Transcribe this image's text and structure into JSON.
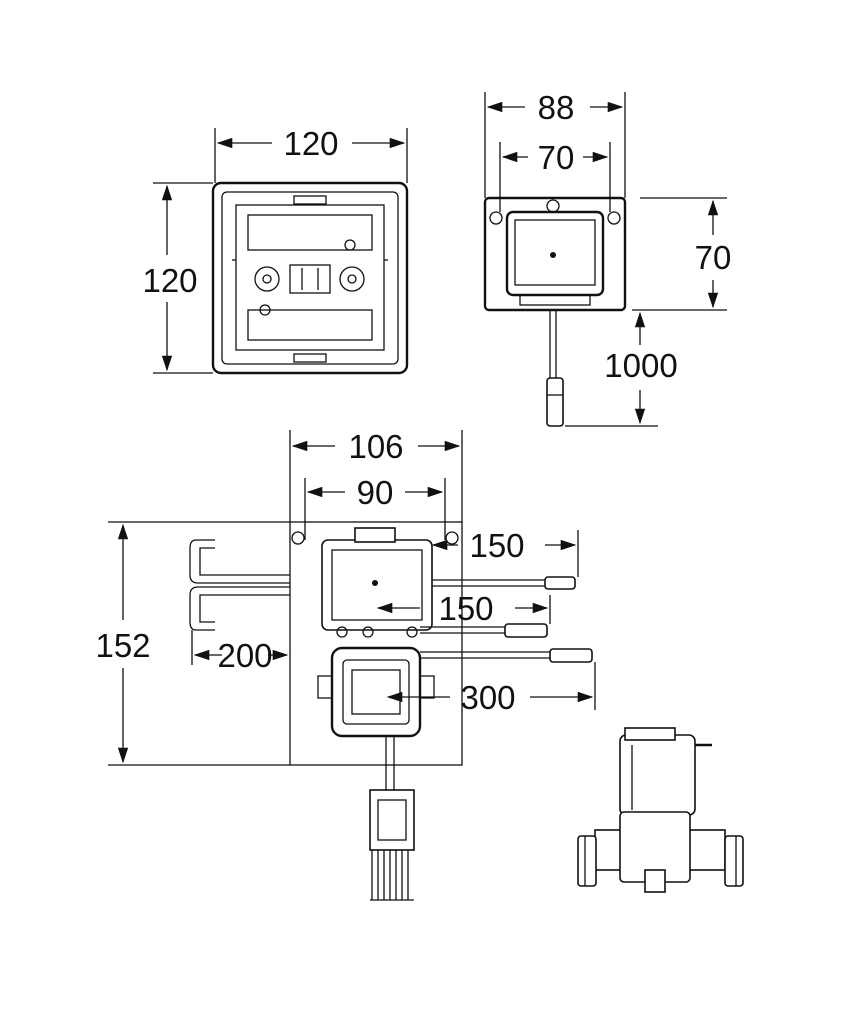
{
  "dimensions": {
    "top_left_width": "120",
    "top_left_height": "120",
    "sensor_plate_width": "88",
    "sensor_width": "70",
    "sensor_height": "70",
    "sensor_cable_length": "1000",
    "module_plate_width": "106",
    "module_inner_width": "90",
    "module_height": "152",
    "cable_a_length": "150",
    "cable_b_length": "150",
    "cable_left_length": "200",
    "cable_c_length": "300"
  }
}
